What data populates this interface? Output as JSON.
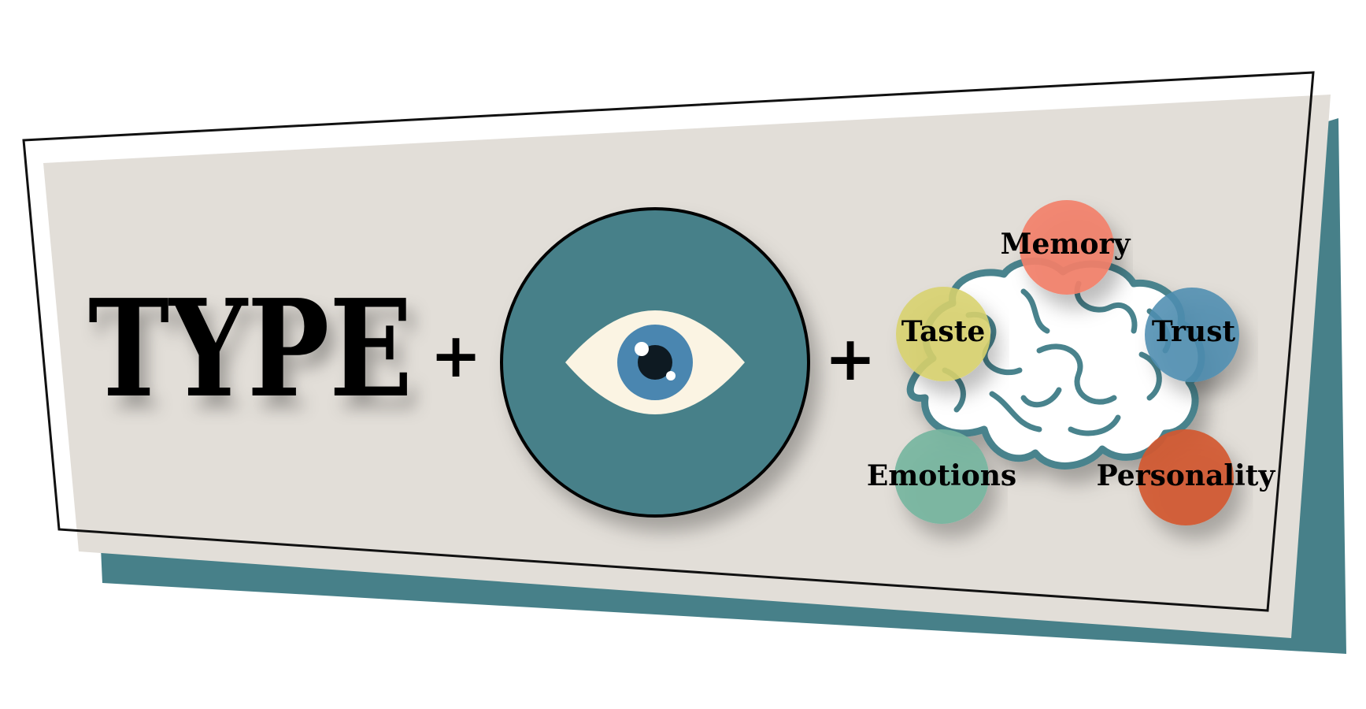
{
  "headline": {
    "word": "TYPE"
  },
  "operators": [
    "+",
    "+"
  ],
  "eye": {
    "icon": "eye-icon"
  },
  "brain": {
    "icon": "brain-icon",
    "traits": [
      {
        "label": "Memory",
        "color": "#F2806A"
      },
      {
        "label": "Taste",
        "color": "#D8D26C"
      },
      {
        "label": "Trust",
        "color": "#4E8DB0"
      },
      {
        "label": "Emotions",
        "color": "#76B5A0"
      },
      {
        "label": "Personality",
        "color": "#D3582F"
      }
    ]
  },
  "colors": {
    "panel": "#E2DED8",
    "teal_band": "#478089",
    "eye_disc": "#478089",
    "eye_white": "#FBF4E3",
    "iris": "#4A86B0",
    "brain_outline": "#4A838D"
  }
}
